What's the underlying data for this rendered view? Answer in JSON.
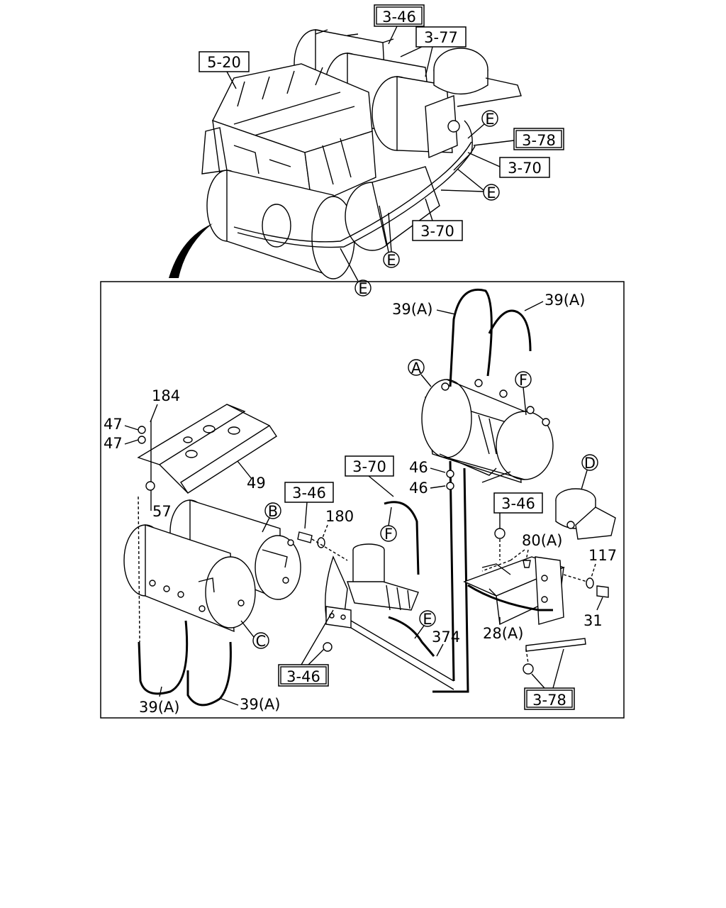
{
  "top_refs": {
    "r346": "3-46",
    "r377": "3-77",
    "r520": "5-20",
    "r378": "3-78",
    "r370a": "3-70",
    "r370b": "3-70"
  },
  "top_circles": {
    "e1": "E",
    "e2": "E",
    "e3": "E",
    "e4": "E"
  },
  "detail": {
    "p39_1": "39(A)",
    "p39_2": "39(A)",
    "p39_3": "39(A)",
    "p39_4": "39(A)",
    "p184": "184",
    "p47a": "47",
    "p47b": "47",
    "p49": "49",
    "p57": "57",
    "p46a": "46",
    "p46b": "46",
    "p180": "180",
    "p80": "80(A)",
    "p117": "117",
    "p31": "31",
    "p374": "374",
    "p28": "28(A)",
    "r370": "3-70",
    "r346a": "3-46",
    "r346b": "3-46",
    "r346c": "3-46",
    "r378": "3-78"
  },
  "detail_circles": {
    "a": "A",
    "b": "B",
    "c": "C",
    "d": "D",
    "e": "E",
    "f1": "F",
    "f2": "F"
  }
}
